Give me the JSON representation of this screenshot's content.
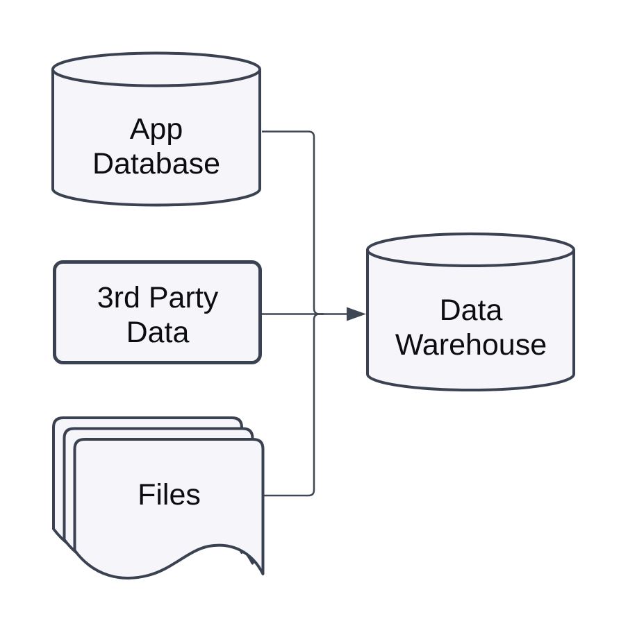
{
  "diagram": {
    "type": "flowchart",
    "direction": "left-to-right",
    "colors": {
      "background": "#ffffff",
      "node_fill": "#f5f5fa",
      "node_stroke": "#3a4150",
      "edge_color": "#3f4754",
      "text_color": "#0c0d0f"
    },
    "nodes": [
      {
        "id": "app-database",
        "shape": "cylinder",
        "label": "App\nDatabase"
      },
      {
        "id": "third-party-data",
        "shape": "rounded-rectangle",
        "label": "3rd Party\nData"
      },
      {
        "id": "files",
        "shape": "stacked-documents",
        "label": "Files"
      },
      {
        "id": "data-warehouse",
        "shape": "cylinder",
        "label": "Data\nWarehouse"
      }
    ],
    "edges": [
      {
        "from": "app-database",
        "to": "data-warehouse"
      },
      {
        "from": "third-party-data",
        "to": "data-warehouse"
      },
      {
        "from": "files",
        "to": "data-warehouse"
      }
    ]
  }
}
